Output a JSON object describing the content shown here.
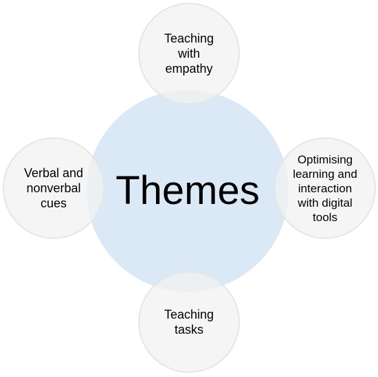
{
  "center": {
    "label": "Themes"
  },
  "themes": [
    {
      "label": "Teaching\nwith\nempathy"
    },
    {
      "label": "Optimising\nlearning and\ninteraction\nwith digital\ntools"
    },
    {
      "label": "Teaching\ntasks"
    },
    {
      "label": "Verbal and\nnonverbal\ncues"
    }
  ],
  "colors": {
    "center_fill": "#dbe9f6",
    "satellite_fill": "#f2f2f2",
    "satellite_border": "#e6e6e6",
    "text": "#000000"
  }
}
